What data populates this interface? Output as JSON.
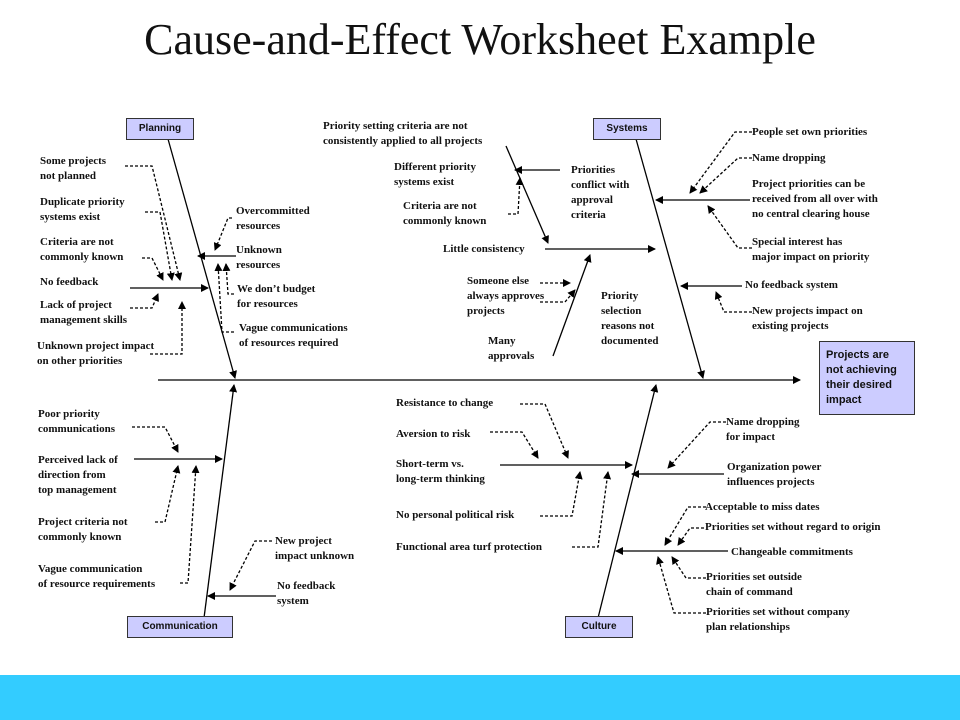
{
  "title": "Cause-and-Effect Worksheet Example",
  "colors": {
    "category_fill": "#ccccff",
    "footer_bar": "#33ccff",
    "line": "#000000"
  },
  "effect": "Projects are not achieving their desired impact",
  "categories": {
    "planning": "Planning",
    "systems": "Systems",
    "communication": "Communication",
    "culture": "Culture"
  },
  "planning": {
    "some_projects": "Some projects\nnot planned",
    "duplicate": "Duplicate priority\nsystems exist",
    "criteria_unknown": "Criteria are not\ncommonly known",
    "no_feedback": "No feedback",
    "lack_skills": "Lack of project\nmanagement skills",
    "unknown_impact": "Unknown project impact\non other priorities",
    "overcommitted": "Overcommitted\nresources",
    "unknown_resources": "Unknown\nresources",
    "no_budget": "We don’t budget\nfor resources",
    "vague_resources": "Vague communications\nof resources required"
  },
  "systems": {
    "priority_setting": "Priority setting criteria are not\nconsistently applied to all projects",
    "different_priority": "Different priority\nsystems exist",
    "criteria_unknown": "Criteria are not\ncommonly known",
    "priorities_conflict": "Priorities\nconflict with\napproval\ncriteria",
    "little_consistency": "Little consistency",
    "someone_else": "Someone else\nalways approves\nprojects",
    "many_approvals": "Many\napprovals",
    "priority_selection": "Priority\nselection\nreasons not\ndocumented",
    "people_set": "People set own priorities",
    "name_dropping": "Name dropping",
    "clearing_house": "Project priorities can be\nreceived from all over with\nno central clearing house",
    "special_interest": "Special interest has\nmajor impact on priority",
    "no_feedback_system": "No feedback system",
    "new_projects": "New projects impact on\nexisting projects"
  },
  "communication": {
    "poor_priority": "Poor priority\ncommunications",
    "lack_direction": "Perceived lack of\ndirection from\ntop management",
    "criteria_unknown": "Project criteria not\ncommonly known",
    "vague_communication": "Vague communication\nof resource requirements",
    "new_project_unknown": "New project\nimpact unknown",
    "no_feedback": "No feedback\nsystem"
  },
  "culture": {
    "resistance": "Resistance to change",
    "aversion": "Aversion to risk",
    "short_term": "Short-term vs.\nlong-term thinking",
    "political_risk": "No personal political risk",
    "turf": "Functional area turf protection",
    "name_dropping_impact": "Name dropping\nfor impact",
    "org_power": "Organization power\ninfluences projects",
    "miss_dates": "Acceptable to miss dates",
    "without_regard": "Priorities set without regard to origin",
    "changeable": "Changeable commitments",
    "outside_chain": "Priorities set outside\nchain of command",
    "without_plan": "Priorities set without company\nplan relationships"
  }
}
